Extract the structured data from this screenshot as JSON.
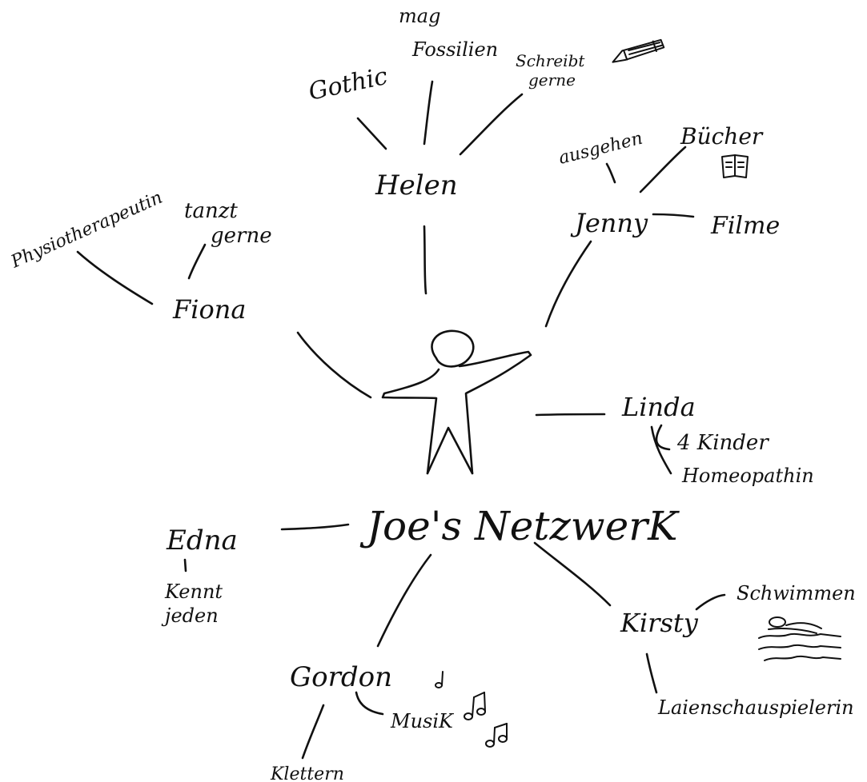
{
  "center": {
    "title": "Joe's NetzwerK",
    "figure_icon": "stick-person-icon"
  },
  "people": {
    "helen": {
      "name": "Helen",
      "traits": {
        "gothic": "Gothic",
        "fossil_line1": "mag",
        "fossil_line2": "Fossilien",
        "write_line1": "Schreibt",
        "write_line2": "gerne"
      }
    },
    "jenny": {
      "name": "Jenny",
      "traits": {
        "out": "ausgehen",
        "books": "Bücher",
        "films": "Filme"
      }
    },
    "fiona": {
      "name": "Fiona",
      "traits": {
        "job": "Physiotherapeutin",
        "dance_line1": "tanzt",
        "dance_line2": "gerne"
      }
    },
    "linda": {
      "name": "Linda",
      "traits": {
        "kids": "4 Kinder",
        "homeo": "Homeopathin"
      }
    },
    "edna": {
      "name": "Edna",
      "traits": {
        "knows_line1": "Kennt",
        "knows_line2": "jeden"
      }
    },
    "gordon": {
      "name": "Gordon",
      "traits": {
        "music": "MusiK",
        "climb": "Klettern"
      }
    },
    "kirsty": {
      "name": "Kirsty",
      "traits": {
        "swim": "Schwimmen",
        "acting": "Laienschauspielerin"
      }
    }
  },
  "icons": {
    "pencil": "pencil-icon",
    "book": "book-icon",
    "music_notes": "music-notes-icon",
    "swimmer": "swimmer-icon"
  },
  "colors": {
    "ink": "#111111",
    "paper": "#ffffff"
  }
}
